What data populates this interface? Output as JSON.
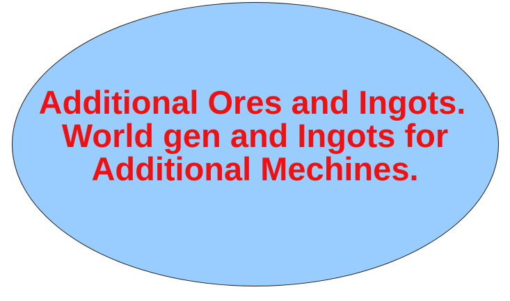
{
  "colors": {
    "ellipse_fill": "#99ccff",
    "text": "#ee1111"
  },
  "text": {
    "line1": "Additional Ores and Ingots.",
    "line2": "World gen and Ingots for",
    "line3": "Additional Mechines."
  }
}
